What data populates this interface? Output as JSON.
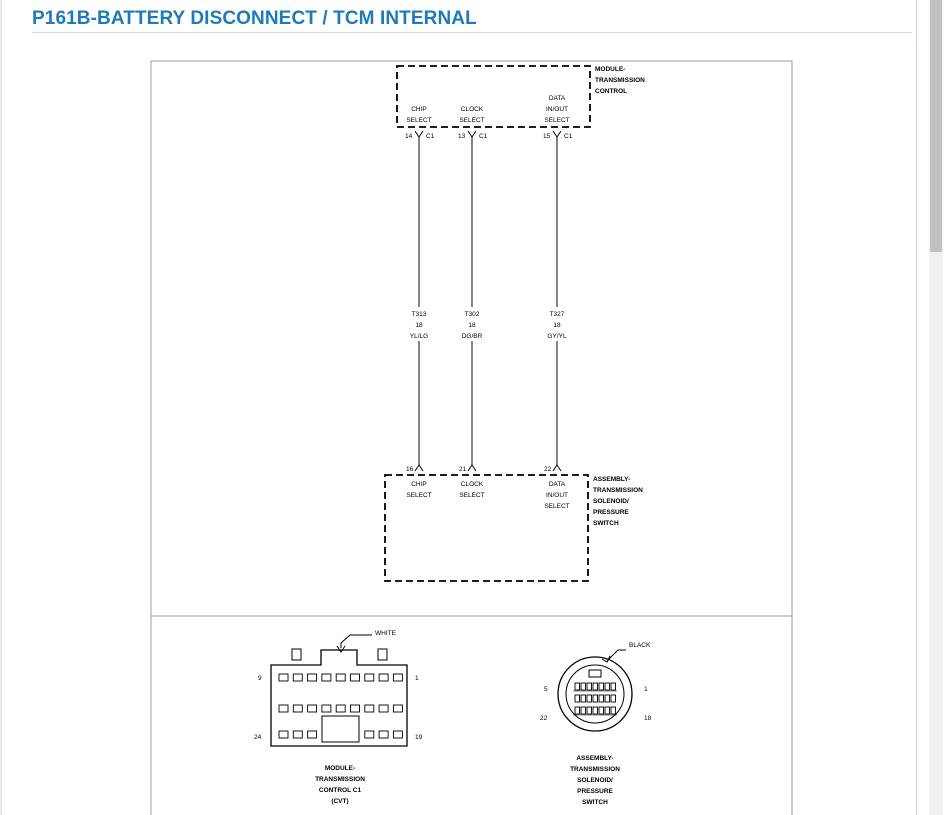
{
  "header": {
    "title": "P161B-BATTERY DISCONNECT / TCM INTERNAL"
  },
  "tcm": {
    "name": [
      "MODULE-",
      "TRANSMISSION",
      "CONTROL"
    ],
    "pins": [
      {
        "label": [
          "CHIP",
          "SELECT"
        ],
        "pin": "14",
        "conn": "C1"
      },
      {
        "label": [
          "CLOCK",
          "SELECT"
        ],
        "pin": "13",
        "conn": "C1"
      },
      {
        "label": [
          "DATA",
          "IN/OUT",
          "SELECT"
        ],
        "pin": "15",
        "conn": "C1"
      }
    ]
  },
  "wires": [
    {
      "circuit": "T313",
      "gauge": "18",
      "color": "YL/LG"
    },
    {
      "circuit": "T302",
      "gauge": "18",
      "color": "DG/BR"
    },
    {
      "circuit": "T327",
      "gauge": "18",
      "color": "GY/YL"
    }
  ],
  "solenoid": {
    "name": [
      "ASSEMBLY-",
      "TRANSMISSION",
      "SOLENOID/",
      "PRESSURE",
      "SWITCH"
    ],
    "pins": [
      {
        "label": [
          "CHIP",
          "SELECT"
        ],
        "pin": "16"
      },
      {
        "label": [
          "CLOCK",
          "SELECT"
        ],
        "pin": "21"
      },
      {
        "label": [
          "DATA",
          "IN/OUT",
          "SELECT"
        ],
        "pin": "22"
      }
    ]
  },
  "connector_tcm": {
    "color": "WHITE",
    "pins": {
      "top_left": "9",
      "top_right": "1",
      "bottom_left": "24",
      "bottom_right": "19"
    },
    "caption": [
      "MODULE-",
      "TRANSMISSION",
      "CONTROL C1",
      "(CVT)"
    ]
  },
  "connector_solenoid": {
    "color": "BLACK",
    "pins": {
      "top_left": "5",
      "top_right": "1",
      "bottom_left": "22",
      "bottom_right": "18"
    },
    "caption": [
      "ASSEMBLY-",
      "TRANSMISSION",
      "SOLENOID/",
      "PRESSURE",
      "SWITCH"
    ]
  }
}
